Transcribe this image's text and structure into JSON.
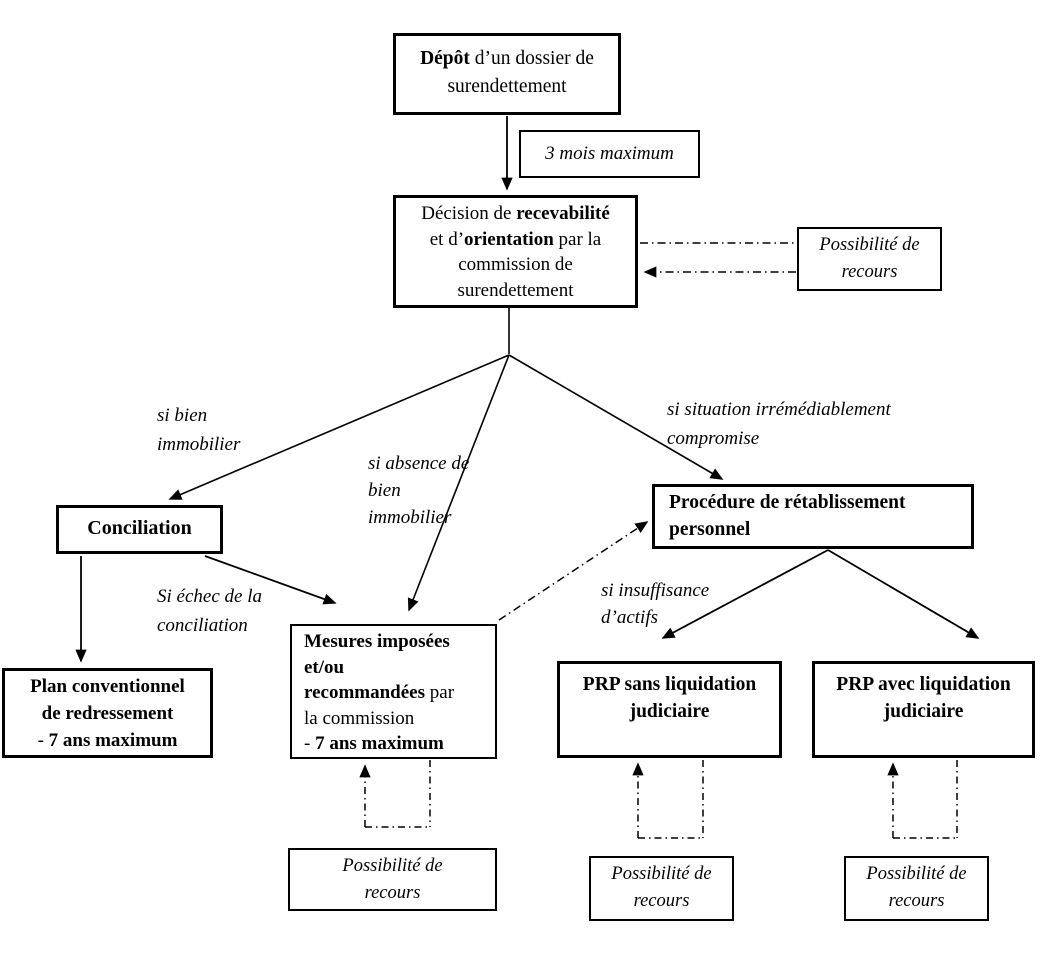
{
  "nodes": {
    "depot": {
      "bold": "Dépôt",
      "rest": " d’un dossier de",
      "line2": "surendettement"
    },
    "delai": {
      "text": "3 mois maximum"
    },
    "decision": {
      "line1_pre": "Décision de ",
      "line1_bold": "recevabilité",
      "line2_pre": "et d’",
      "line2_bold": "orientation",
      "line2_post": " par la",
      "line3": "commission de",
      "line4": "surendettement"
    },
    "recours_commission": {
      "line1": "Possibilité de",
      "line2": "recours"
    },
    "conciliation": {
      "text": "Conciliation"
    },
    "plan": {
      "line1": "Plan conventionnel",
      "line2": "de redressement",
      "line3_dash": "- ",
      "line3_bold": "7 ans maximum"
    },
    "mesures": {
      "line1": "Mesures imposées",
      "line2": "et/ou",
      "line3_bold": "recommandées",
      "line3_post": " par",
      "line4": "la commission",
      "line5_dash": "- ",
      "line5_bold": "7 ans maximum"
    },
    "procedure": {
      "line1": "Procédure de rétablissement",
      "line2": "personnel"
    },
    "prp_sans": {
      "line1": "PRP sans liquidation",
      "line2": "judiciaire"
    },
    "prp_avec": {
      "line1": "PRP avec liquidation",
      "line2": "judiciaire"
    },
    "recours_mesures": {
      "line1": "Possibilité de",
      "line2": "recours"
    },
    "recours_prp_sans": {
      "line1": "Possibilité de",
      "line2": "recours"
    },
    "recours_prp_avec": {
      "line1": "Possibilité de",
      "line2": "recours"
    }
  },
  "edge_labels": {
    "si_bien": {
      "line1": "si bien",
      "line2": "immobilier"
    },
    "si_absence": {
      "line1": "si absence de",
      "line2": "bien",
      "line3": "immobilier"
    },
    "si_situation": {
      "line1": "si situation irrémédiablement",
      "line2": "compromise"
    },
    "si_echec": {
      "line1": "Si échec de la",
      "line2": "conciliation"
    },
    "si_insuffisance": {
      "line1": "si insuffisance",
      "line2": "d’actifs"
    }
  },
  "colors": {
    "ink": "#000000",
    "background": "#ffffff"
  }
}
